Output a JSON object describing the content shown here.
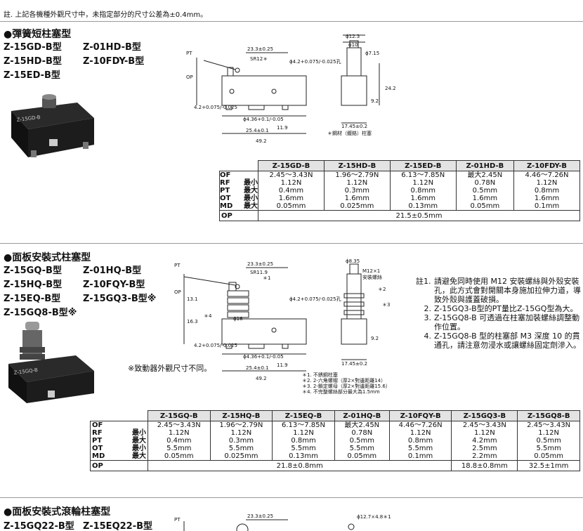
{
  "note_top": "註. 上記各機種外觀尺寸中，未指定部分的尺寸公差為±0.4mm。",
  "section1": {
    "title": "●彈簧短柱塞型",
    "models": [
      "Z-15GD-B型",
      "Z-01HD-B型",
      "Z-15HD-B型",
      "Z-10FDY-B型",
      "Z-15ED-B型"
    ],
    "photo_label": "Z-15GD-B",
    "drawing": {
      "pt": "PT",
      "op": "OP",
      "d1": "23.3±0.25",
      "sr": "SR12＊",
      "hole": "ϕ4.2+0.075/-0.025孔",
      "d2": "4.2+0.075/-0.025",
      "d3": "ϕ4.36+0.1/-0.05",
      "d4": "25.4±0.1",
      "d5": "11.9",
      "d6": "49.2",
      "s1": "ϕ12.3",
      "s2": "ϕ10",
      "s3": "ϕ7.15",
      "s4": "24.2",
      "s5": "9.2",
      "s6": "17.45±0.2",
      "note": "＊鋼材（鍍鉻）柱塞"
    },
    "table": {
      "headers": [
        "Z-15GD-B",
        "Z-15HD-B",
        "Z-15ED-B",
        "Z-01HD-B",
        "Z-10FDY-B"
      ],
      "rows": [
        {
          "label": "OF",
          "sub": "",
          "values": [
            "2.45～3.43N",
            "1.96～2.79N",
            "6.13～7.85N",
            "最大2.45N",
            "4.46～7.26N"
          ]
        },
        {
          "label": "RF",
          "sub": "最小",
          "values": [
            "1.12N",
            "1.12N",
            "1.12N",
            "0.78N",
            "1.12N"
          ]
        },
        {
          "label": "PT",
          "sub": "最大",
          "values": [
            "0.4mm",
            "0.3mm",
            "0.8mm",
            "0.5mm",
            "0.8mm"
          ]
        },
        {
          "label": "OT",
          "sub": "最小",
          "values": [
            "1.6mm",
            "1.6mm",
            "1.6mm",
            "1.6mm",
            "1.6mm"
          ]
        },
        {
          "label": "MD",
          "sub": "最大",
          "values": [
            "0.05mm",
            "0.025mm",
            "0.13mm",
            "0.05mm",
            "0.1mm"
          ]
        }
      ],
      "op_label": "OP",
      "op_value": "21.5±0.5mm"
    }
  },
  "section2": {
    "title": "●面板安裝式柱塞型",
    "models": [
      "Z-15GQ-B型",
      "Z-01HQ-B型",
      "Z-15HQ-B型",
      "Z-10FQY-B型",
      "Z-15EQ-B型",
      "Z-15GQ3-B型※",
      "Z-15GQ8-B型※"
    ],
    "photo_label": "Z-15GQ-B",
    "actuator_note": "※致動器外觀尺寸不同。",
    "drawing": {
      "pt": "PT",
      "op": "OP",
      "d1": "23.3±0.25",
      "sr": "SR11.9",
      "star1": "＊1",
      "d131": "13.1",
      "d163": "16.3",
      "star4": "＊4",
      "d16": "ϕ16",
      "hole": "ϕ4.2+0.075/-0.025孔",
      "d2": "4.2+0.075/-0.025",
      "d3": "ϕ4.36+0.1/-0.05",
      "d4": "25.4±0.1",
      "d5": "11.9",
      "d6": "49.2",
      "s1": "ϕ8.35",
      "m12": "M12×1",
      "m12b": "安裝螺絲",
      "star2": "＊2",
      "star3": "＊3",
      "s5": "9.2",
      "s6": "17.45±0.2"
    },
    "drawing_notes": [
      "＊1. 不銹鋼柱塞",
      "＊2. 2-六角螺帽（厚2×對邊距離14）",
      "＊3. 2-鎖定螺母（厚2×對邊距離15.6）",
      "＊4. 不完整螺絲部分最大為1.5mm"
    ],
    "notes": [
      {
        "num": "註1.",
        "text": "請避免同時使用 M12 安裝螺絲與外殼安裝孔，此方式會對開關本身施加拉伸力道，導致外殼與護蓋破損。"
      },
      {
        "num": "2.",
        "text": "Z-15GQ3-B型的PT量比Z-15GQ型為大。"
      },
      {
        "num": "3.",
        "text": "Z-15GQ8-B 可透過在柱塞加裝螺絲調整動作位置。"
      },
      {
        "num": "4.",
        "text": "Z-15GQ8-B 型的柱塞部 M3 深度 10 的貫通孔，請注意勿浸水或讓螺絲固定劑滲入。"
      }
    ],
    "table": {
      "headers": [
        "Z-15GQ-B",
        "Z-15HQ-B",
        "Z-15EQ-B",
        "Z-01HQ-B",
        "Z-10FQY-B",
        "Z-15GQ3-B",
        "Z-15GQ8-B"
      ],
      "rows": [
        {
          "label": "OF",
          "sub": "",
          "values": [
            "2.45～3.43N",
            "1.96～2.79N",
            "6.13～7.85N",
            "最大2.45N",
            "4.46～7.26N",
            "2.45～3.43N",
            "2.45～3.43N"
          ]
        },
        {
          "label": "RF",
          "sub": "最小",
          "values": [
            "1.12N",
            "1.12N",
            "1.12N",
            "0.78N",
            "1.12N",
            "1.12N",
            "1.12N"
          ]
        },
        {
          "label": "PT",
          "sub": "最大",
          "values": [
            "0.4mm",
            "0.3mm",
            "0.8mm",
            "0.5mm",
            "0.8mm",
            "4.2mm",
            "0.5mm"
          ]
        },
        {
          "label": "OT",
          "sub": "最小",
          "values": [
            "5.5mm",
            "5.5mm",
            "5.5mm",
            "5.5mm",
            "5.5mm",
            "2.5mm",
            "5.5mm"
          ]
        },
        {
          "label": "MD",
          "sub": "最大",
          "values": [
            "0.05mm",
            "0.025mm",
            "0.13mm",
            "0.05mm",
            "0.1mm",
            "2.2mm",
            "0.05mm"
          ]
        }
      ],
      "op_label": "OP",
      "op_value": "21.8±0.8mm",
      "op_value2": "18.8±0.8mm",
      "op_value3": "32.5±1mm"
    }
  },
  "section3": {
    "title": "●面板安裝式滾輪柱塞型",
    "models": [
      "Z-15GQ22-B型",
      "Z-15EQ22-B型"
    ],
    "drawing": {
      "pt": "PT",
      "d1": "23.3±0.25",
      "s1": "ϕ12.7×4.8＊1"
    }
  }
}
